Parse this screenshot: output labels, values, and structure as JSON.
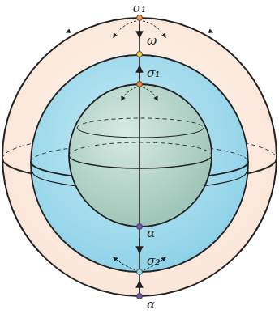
{
  "diagram": {
    "labels": [
      "σ₁",
      "ω",
      "σ₁",
      "α",
      "σ₂",
      "α"
    ]
  }
}
